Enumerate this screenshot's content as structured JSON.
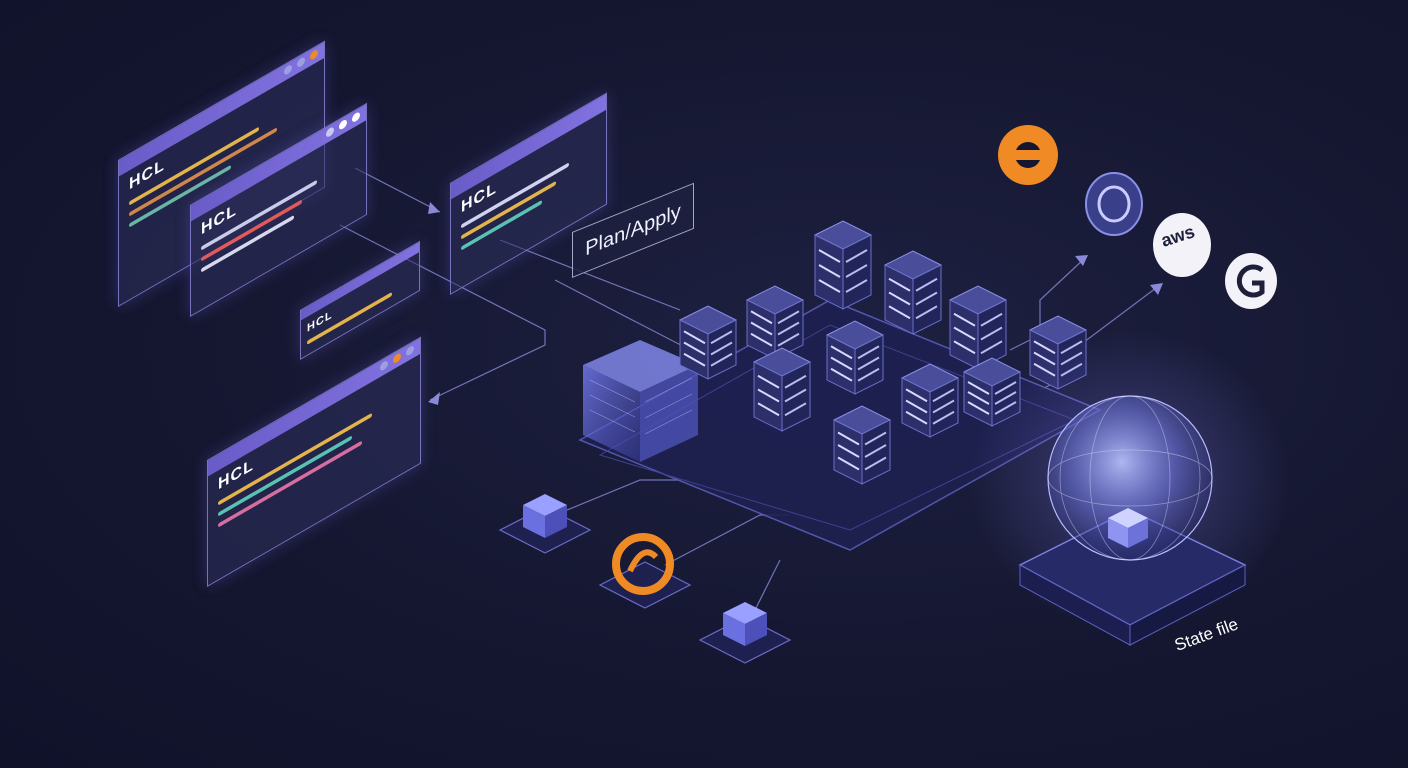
{
  "hcl_windows": [
    {
      "label": "HCL"
    },
    {
      "label": "HCL"
    },
    {
      "label": "HCL"
    },
    {
      "label": "HCL"
    },
    {
      "label": "HCL"
    }
  ],
  "plan_apply": {
    "label": "Plan/Apply"
  },
  "state_file": {
    "label": "State file"
  },
  "providers": {
    "aws": {
      "label": "aws",
      "icon": "aws-icon"
    },
    "google": {
      "icon": "google-cloud-icon"
    },
    "azure": {
      "icon": "azure-icon"
    },
    "terraform": {
      "icon": "hashicorp-icon"
    }
  },
  "colors": {
    "background": "#151731",
    "accent": "#7b6ee0",
    "glow": "#8c86ff",
    "orange": "#f08a24"
  }
}
